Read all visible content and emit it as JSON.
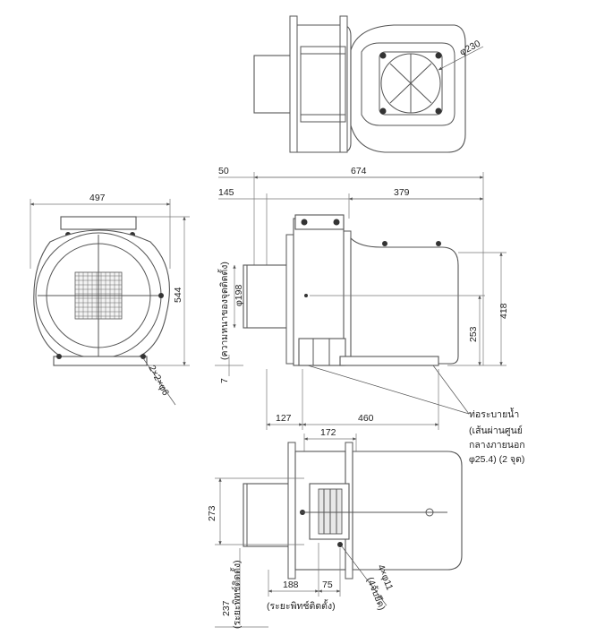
{
  "dimensions": {
    "top_view_duct": "φ230",
    "overall_length": "674",
    "offset_50": "50",
    "offset_145": "145",
    "motor_length": "379",
    "front_width": "497",
    "front_height": "544",
    "mount_holes_front": "2×2×φ6",
    "inlet_diameter": "φ198",
    "height_418": "418",
    "height_253": "253",
    "base_7": "7",
    "base_127": "127",
    "base_460": "460",
    "bottom_172": "172",
    "bottom_273": "273",
    "bottom_237": "237",
    "bottom_188": "188",
    "bottom_75": "75",
    "bottom_holes": "4×φ11"
  },
  "labels": {
    "inlet_center_note": "(ความหนาของจุดติดตั้ง)",
    "drain_title": "ท่อระบายน้ำ",
    "drain_line1": "(เส้นผ่านศูนย์",
    "drain_line2": "กลางภายนอก",
    "drain_line3": "φ25.4) (2 จุด)",
    "pitch_note_bottom": "(ระยะพิทช์ติดตั้ง)",
    "pitch_note_left": "(ระยะพิทช์ติดตั้ง)",
    "holes_note": "(4จับยึด)"
  }
}
